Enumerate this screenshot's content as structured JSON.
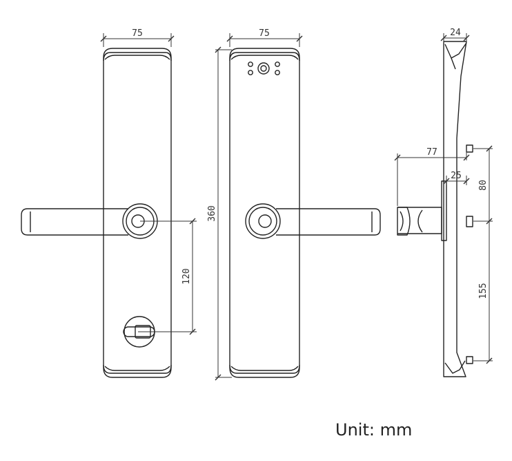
{
  "unit_label": "Unit: mm",
  "dimensions": {
    "back_width": "75",
    "front_width": "75",
    "height": "360",
    "handle_to_key": "120",
    "side_depth": "24",
    "handle_projection": "77",
    "rosette_depth": "25",
    "screw_upper_spacing": "80",
    "screw_lower_spacing": "155"
  },
  "colors": {
    "line": "#222222",
    "dim_line": "#333333",
    "background": "#ffffff"
  }
}
